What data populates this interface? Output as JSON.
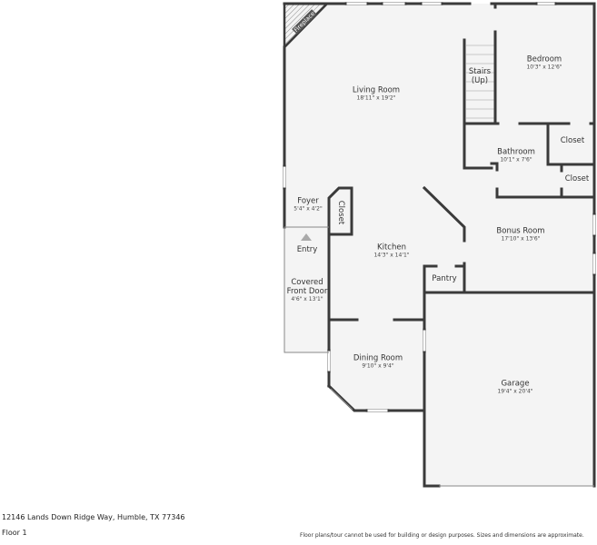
{
  "address": "12146 Lands Down Ridge Way, Humble, TX 77346",
  "floor": "Floor 1",
  "disclaimer": "Floor plans/tour cannot be used for building or design purposes. Sizes and dimensions are approximate.",
  "colors": {
    "wall": "#3a3a3a",
    "floor": "#f4f4f4",
    "window": "#dcdcdc"
  },
  "rooms": {
    "fireplace": {
      "name": "Fireplace"
    },
    "living": {
      "name": "Living Room",
      "dims": "18'11\" x 19'2\""
    },
    "bedroom": {
      "name": "Bedroom",
      "dims": "10'3\" x 12'6\""
    },
    "stairs": {
      "name": "Stairs",
      "sub": "(Up)"
    },
    "bathroom": {
      "name": "Bathroom",
      "dims": "10'1\" x 7'6\""
    },
    "closet1": {
      "name": "Closet"
    },
    "closet2": {
      "name": "Closet"
    },
    "closet3": {
      "name": "Closet"
    },
    "foyer": {
      "name": "Foyer",
      "dims": "5'4\" x 4'2\""
    },
    "entry": {
      "name": "Entry"
    },
    "kitchen": {
      "name": "Kitchen",
      "dims": "14'3\" x 14'1\""
    },
    "bonus": {
      "name": "Bonus Room",
      "dims": "17'10\" x 13'6\""
    },
    "covered": {
      "name": "Covered",
      "name2": "Front Door",
      "dims": "4'6\" x 13'1\""
    },
    "pantry": {
      "name": "Pantry"
    },
    "dining": {
      "name": "Dining Room",
      "dims": "9'10\" x 9'4\""
    },
    "garage": {
      "name": "Garage",
      "dims": "19'4\" x 20'4\""
    }
  }
}
